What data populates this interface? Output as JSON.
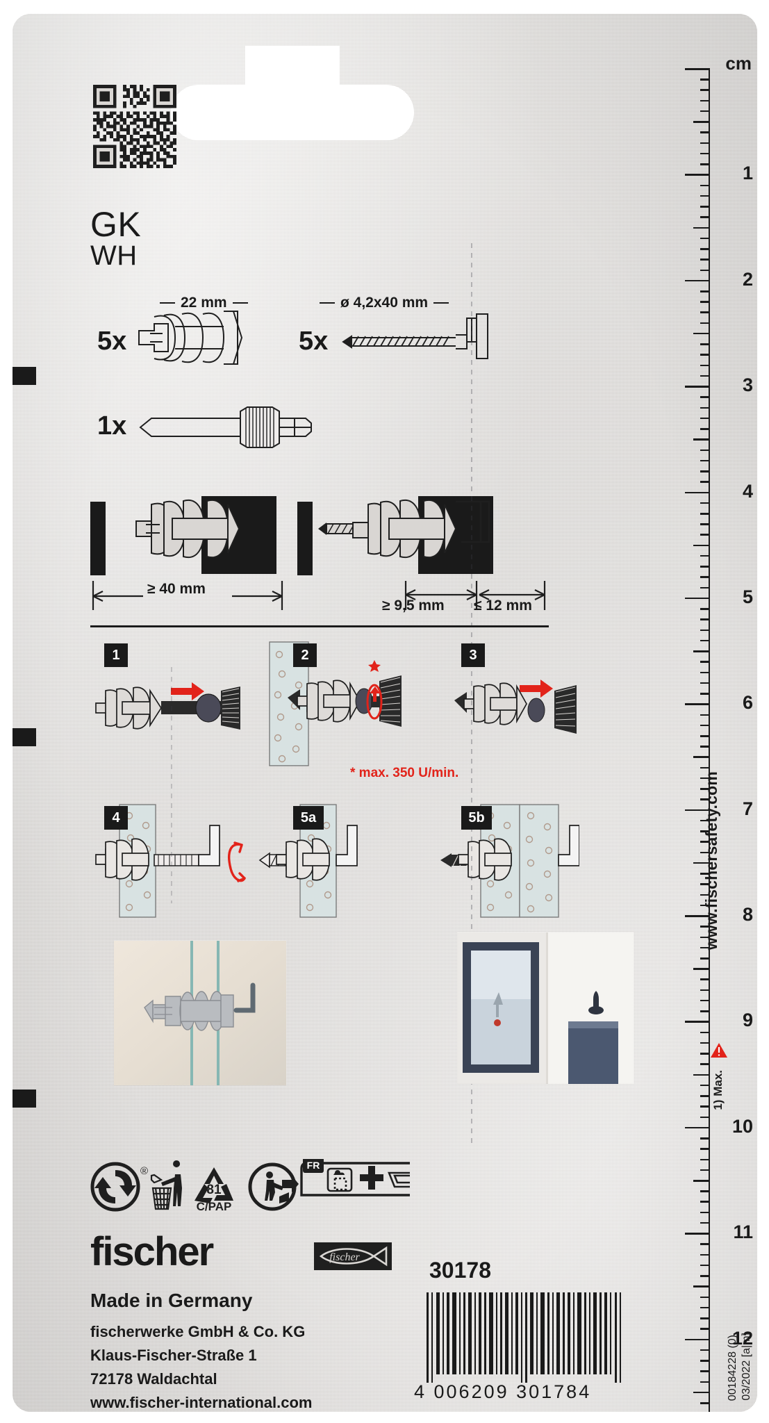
{
  "product": {
    "name_line1": "GK",
    "name_line2": "WH",
    "article_number": "30178",
    "barcode_digits": "4 006209 301784",
    "code_left": "00184228 (0)",
    "code_right": "03/2022 [a|m]"
  },
  "contents": [
    {
      "qty": "5x",
      "dimension": "22 mm",
      "item": "plasterboard-anchor"
    },
    {
      "qty": "5x",
      "dimension": "ø 4,2x40 mm",
      "item": "hook-screw"
    },
    {
      "qty": "1x",
      "dimension": "",
      "item": "setting-tool-bit"
    }
  ],
  "measurements": {
    "min_spacing": "≥ 40 mm",
    "board_min": "≥ 9,5 mm",
    "board_max": "≤ 12 mm"
  },
  "steps": [
    {
      "id": "1",
      "label": "1"
    },
    {
      "id": "2",
      "label": "2"
    },
    {
      "id": "3",
      "label": "3"
    },
    {
      "id": "4",
      "label": "4"
    },
    {
      "id": "5a",
      "label": "5a"
    },
    {
      "id": "5b",
      "label": "5b"
    }
  ],
  "notes": {
    "speed_warning": "* max. 350 U/min."
  },
  "ruler": {
    "unit_label": "cm",
    "numbers": [
      "1",
      "2",
      "3",
      "4",
      "5",
      "6",
      "7",
      "8",
      "9",
      "10",
      "11",
      "12"
    ]
  },
  "vertical_text": {
    "website": "www.fischersafety.com",
    "max_note": "Max.",
    "footnote": "1)"
  },
  "recycling": {
    "material_code": "81",
    "material_label": "C/PAP",
    "country_tag": "FR"
  },
  "brand": {
    "name": "fischer",
    "logo_text": "fischer",
    "made_in": "Made in Germany"
  },
  "company": {
    "line1": "fischerwerke GmbH & Co. KG",
    "line2": "Klaus-Fischer-Straße 1",
    "line3": "72178 Waldachtal",
    "line4": "www.fischer-international.com"
  },
  "colors": {
    "card": "#d9d6d3",
    "ink": "#1a1a1a",
    "accent_red": "#e2231a",
    "board": "#d8e2e2"
  }
}
